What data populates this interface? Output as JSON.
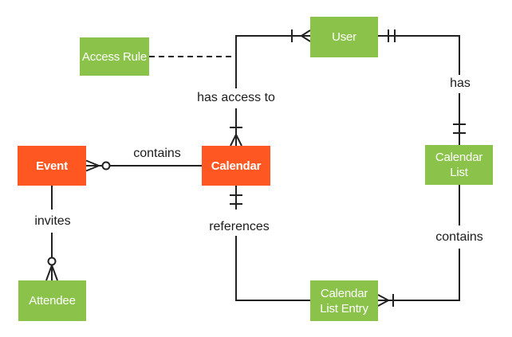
{
  "diagram": {
    "type": "entity-relationship-diagram",
    "notation": "crows-foot",
    "background": "#ffffff",
    "colors": {
      "entity_green": "#8bc34a",
      "entity_orange": "#ff5722",
      "entity_text": "#ffffff",
      "line": "#212121",
      "label_text": "#1c1c1c"
    },
    "entities": {
      "access_rule": {
        "label": "Access Rule",
        "color": "green"
      },
      "user": {
        "label": "User",
        "color": "green"
      },
      "event": {
        "label": "Event",
        "color": "orange"
      },
      "calendar": {
        "label": "Calendar",
        "color": "orange"
      },
      "calendar_list": {
        "label": "Calendar List",
        "color": "green"
      },
      "attendee": {
        "label": "Attendee",
        "color": "green"
      },
      "calendar_list_entry": {
        "label": "Calendar List Entry",
        "color": "green"
      }
    },
    "relationships": {
      "calendar_contains_event": {
        "label": "contains",
        "between": [
          "Event",
          "Calendar"
        ],
        "event_end": "zero-or-many"
      },
      "has_access_to": {
        "label": "has access to",
        "between": [
          "Calendar",
          "User"
        ],
        "calendar_end": "one-or-many",
        "user_end": "one-or-many",
        "access_rule_link": "dashed-line"
      },
      "user_has_calendar_list": {
        "label": "has",
        "between": [
          "User",
          "Calendar List"
        ],
        "user_end": "one-and-only-one",
        "calendar_list_end": "one-and-only-one"
      },
      "calendar_references_entry": {
        "label": "references",
        "between": [
          "Calendar",
          "Calendar List Entry"
        ],
        "calendar_end": "one-and-only-one"
      },
      "calendar_list_contains_entry": {
        "label": "contains",
        "between": [
          "Calendar List",
          "Calendar List Entry"
        ],
        "entry_end": "one-or-many"
      },
      "event_invites_attendee": {
        "label": "invites",
        "between": [
          "Event",
          "Attendee"
        ],
        "attendee_end": "zero-or-many"
      }
    }
  }
}
